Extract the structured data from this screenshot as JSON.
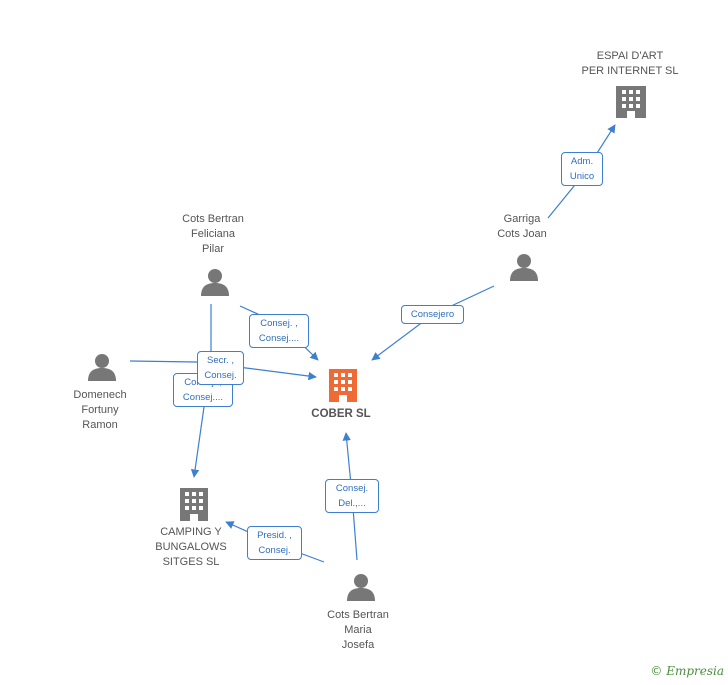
{
  "colors": {
    "edge": "#3d7fd0",
    "node_gray": "#777777",
    "main": "#f06a35",
    "brand": "#4a8f3c"
  },
  "nodes": {
    "espai": {
      "label": "ESPAI D'ART\nPER INTERNET SL",
      "type": "company"
    },
    "garriga": {
      "label": "Garriga\nCots Joan",
      "type": "person"
    },
    "feliciana": {
      "label": "Cots Bertran\nFeliciana\nPilar",
      "type": "person"
    },
    "domenech": {
      "label": "Domenech\nFortuny\nRamon",
      "type": "person"
    },
    "cober": {
      "label": "COBER SL",
      "type": "company-main"
    },
    "camping": {
      "label": "CAMPING Y\nBUNGALOWS\nSITGES SL",
      "type": "company"
    },
    "maria": {
      "label": "Cots Bertran\nMaria\nJosefa",
      "type": "person"
    }
  },
  "edges": {
    "adm_unico": "Adm.\nUnico",
    "consejero": "Consejero",
    "consej_feliciana": "Consej. ,\nConsej....",
    "secr_consej": "Secr. ,\nConsej.",
    "consej_domenech": "Consej. ,\nConsej....",
    "consej_del": "Consej.\nDel.,...",
    "presid_consej": "Presid. ,\nConsej."
  },
  "brand": {
    "symbol": "©",
    "name": "Empresia"
  }
}
